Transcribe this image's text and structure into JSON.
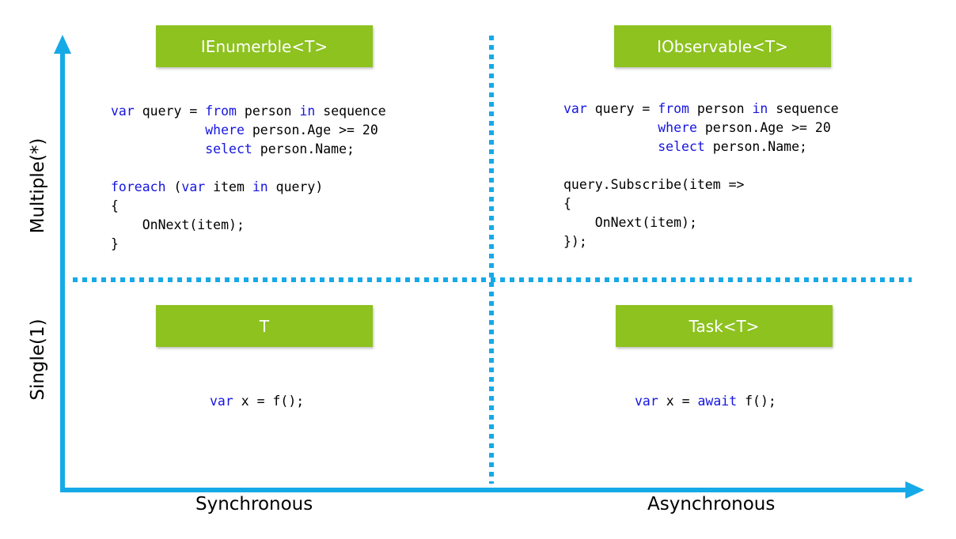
{
  "colors": {
    "axis": "#16a9e8",
    "badge": "#8dc21f",
    "keyword": "#1515e0",
    "text": "#000000"
  },
  "quadrants": {
    "top_left": {
      "badge": "IEnumerble<T>",
      "code": [
        [
          {
            "kw": "var"
          },
          {
            "t": " query = "
          },
          {
            "kw": "from"
          },
          {
            "t": " person "
          },
          {
            "kw": "in"
          },
          {
            "t": " sequence"
          }
        ],
        [
          {
            "t": "            "
          },
          {
            "kw": "where"
          },
          {
            "t": " person.Age >= 20"
          }
        ],
        [
          {
            "t": "            "
          },
          {
            "kw": "select"
          },
          {
            "t": " person.Name;"
          }
        ],
        [
          {
            "t": ""
          }
        ],
        [
          {
            "kw": "foreach"
          },
          {
            "t": " ("
          },
          {
            "kw": "var"
          },
          {
            "t": " item "
          },
          {
            "kw": "in"
          },
          {
            "t": " query)"
          }
        ],
        [
          {
            "t": "{"
          }
        ],
        [
          {
            "t": "    OnNext(item);"
          }
        ],
        [
          {
            "t": "}"
          }
        ]
      ]
    },
    "top_right": {
      "badge": "IObservable<T>",
      "code": [
        [
          {
            "kw": "var"
          },
          {
            "t": " query = "
          },
          {
            "kw": "from"
          },
          {
            "t": " person "
          },
          {
            "kw": "in"
          },
          {
            "t": " sequence"
          }
        ],
        [
          {
            "t": "            "
          },
          {
            "kw": "where"
          },
          {
            "t": " person.Age >= 20"
          }
        ],
        [
          {
            "t": "            "
          },
          {
            "kw": "select"
          },
          {
            "t": " person.Name;"
          }
        ],
        [
          {
            "t": ""
          }
        ],
        [
          {
            "t": "query.Subscribe(item =>"
          }
        ],
        [
          {
            "t": "{"
          }
        ],
        [
          {
            "t": "    OnNext(item);"
          }
        ],
        [
          {
            "t": "});"
          }
        ]
      ]
    },
    "bottom_left": {
      "badge": "T",
      "code": [
        [
          {
            "kw": "var"
          },
          {
            "t": " x = f();"
          }
        ]
      ]
    },
    "bottom_right": {
      "badge": "Task<T>",
      "code": [
        [
          {
            "kw": "var"
          },
          {
            "t": " x = "
          },
          {
            "kw": "await"
          },
          {
            "t": " f();"
          }
        ]
      ]
    }
  },
  "x_axis": {
    "left_label": "Synchronous",
    "right_label": "Asynchronous"
  },
  "y_axis": {
    "top_label": "Multiple(*)",
    "bottom_label": "Single(1)"
  }
}
